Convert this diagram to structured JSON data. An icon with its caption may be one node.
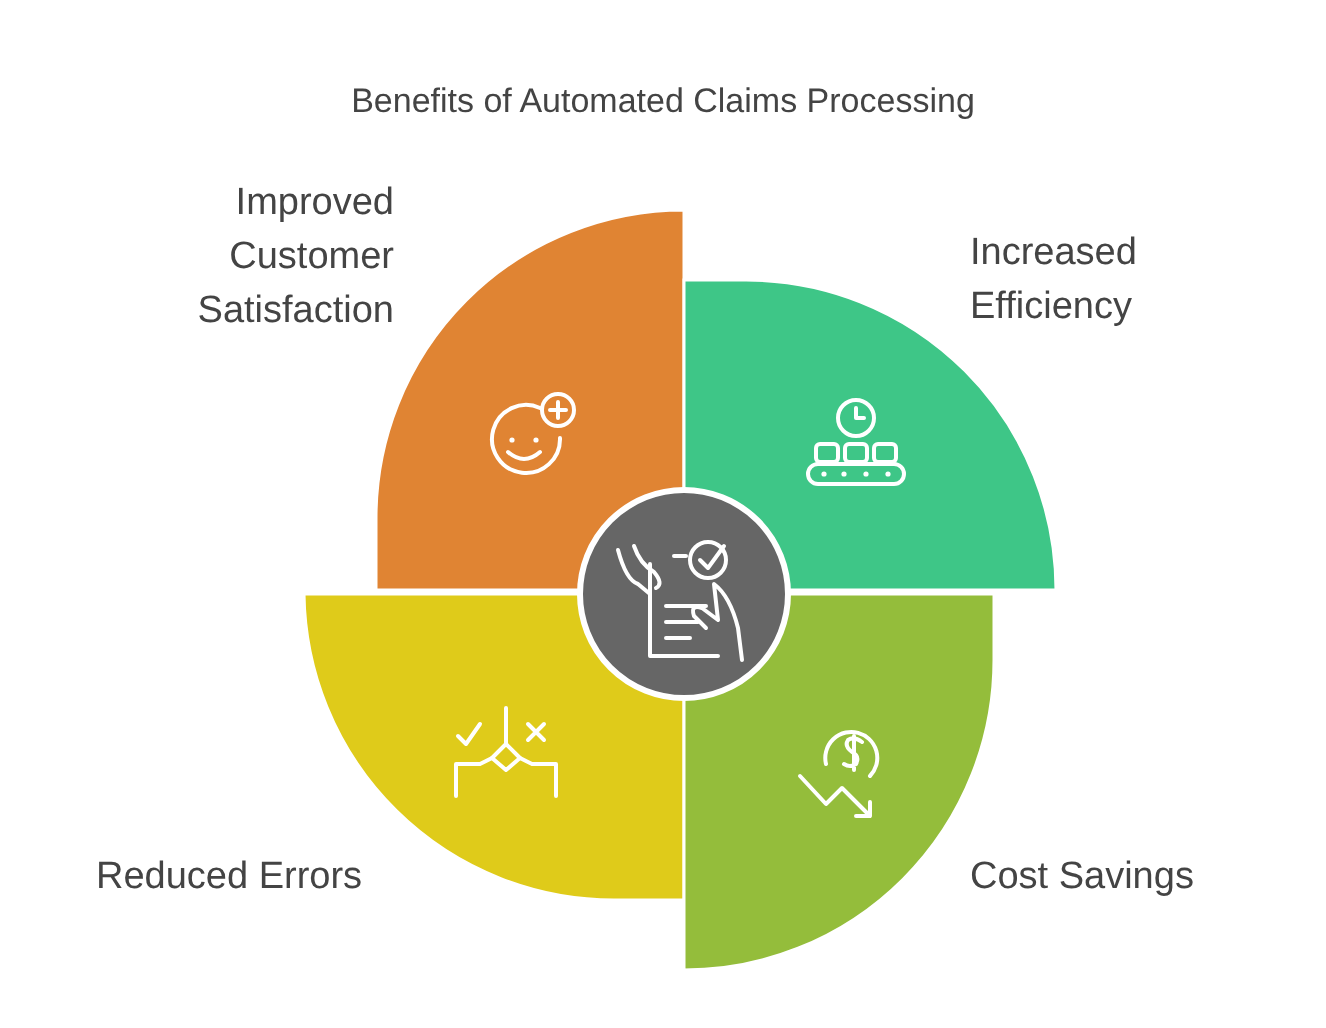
{
  "diagram": {
    "title": "Benefits of Automated Claims Processing",
    "nodes": [
      {
        "text": [
          "Improved Customer Satisfaction"
        ]
      },
      {
        "text": [
          "Increased Efficiency"
        ]
      },
      {
        "text": [
          "Reduced Errors"
        ]
      },
      {
        "text": [
          "Cost Savings"
        ]
      }
    ]
  }
}
